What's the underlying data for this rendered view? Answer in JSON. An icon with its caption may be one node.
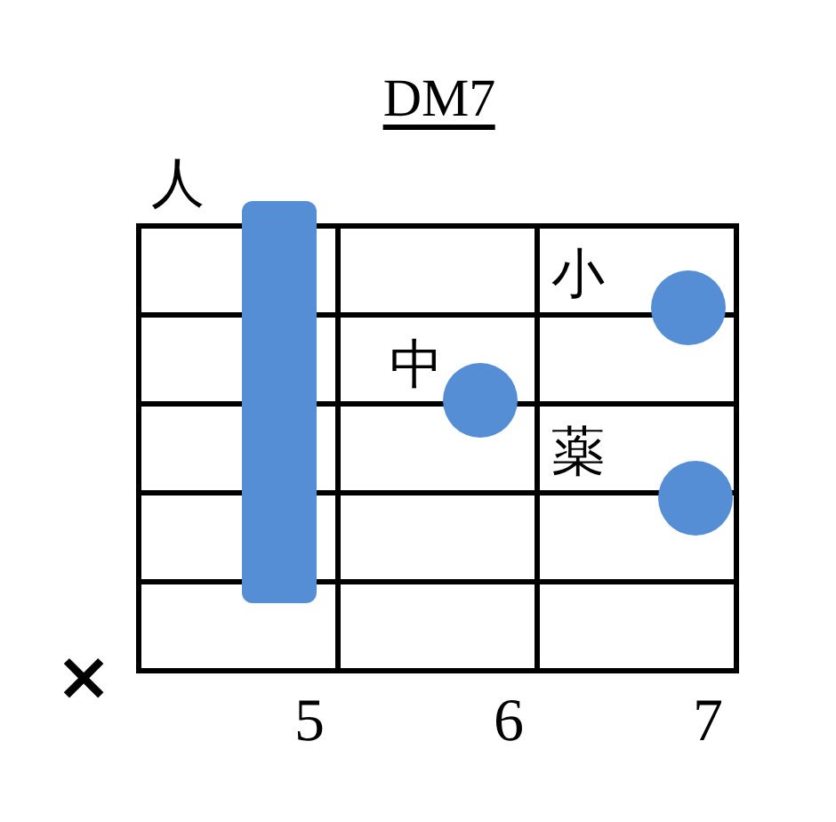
{
  "diagram": {
    "title": "DM7",
    "nodes": [
      {
        "text": [],
        "shape": "bar",
        "beside": [
          "人"
        ]
      },
      {
        "text": [],
        "shape": "circle",
        "beside": [
          "小"
        ]
      },
      {
        "text": [],
        "shape": "circle",
        "beside": [
          "中"
        ]
      },
      {
        "text": [],
        "shape": "circle",
        "beside": [
          "薬"
        ]
      }
    ],
    "labels": [
      "×",
      "5",
      "6",
      "7"
    ]
  }
}
